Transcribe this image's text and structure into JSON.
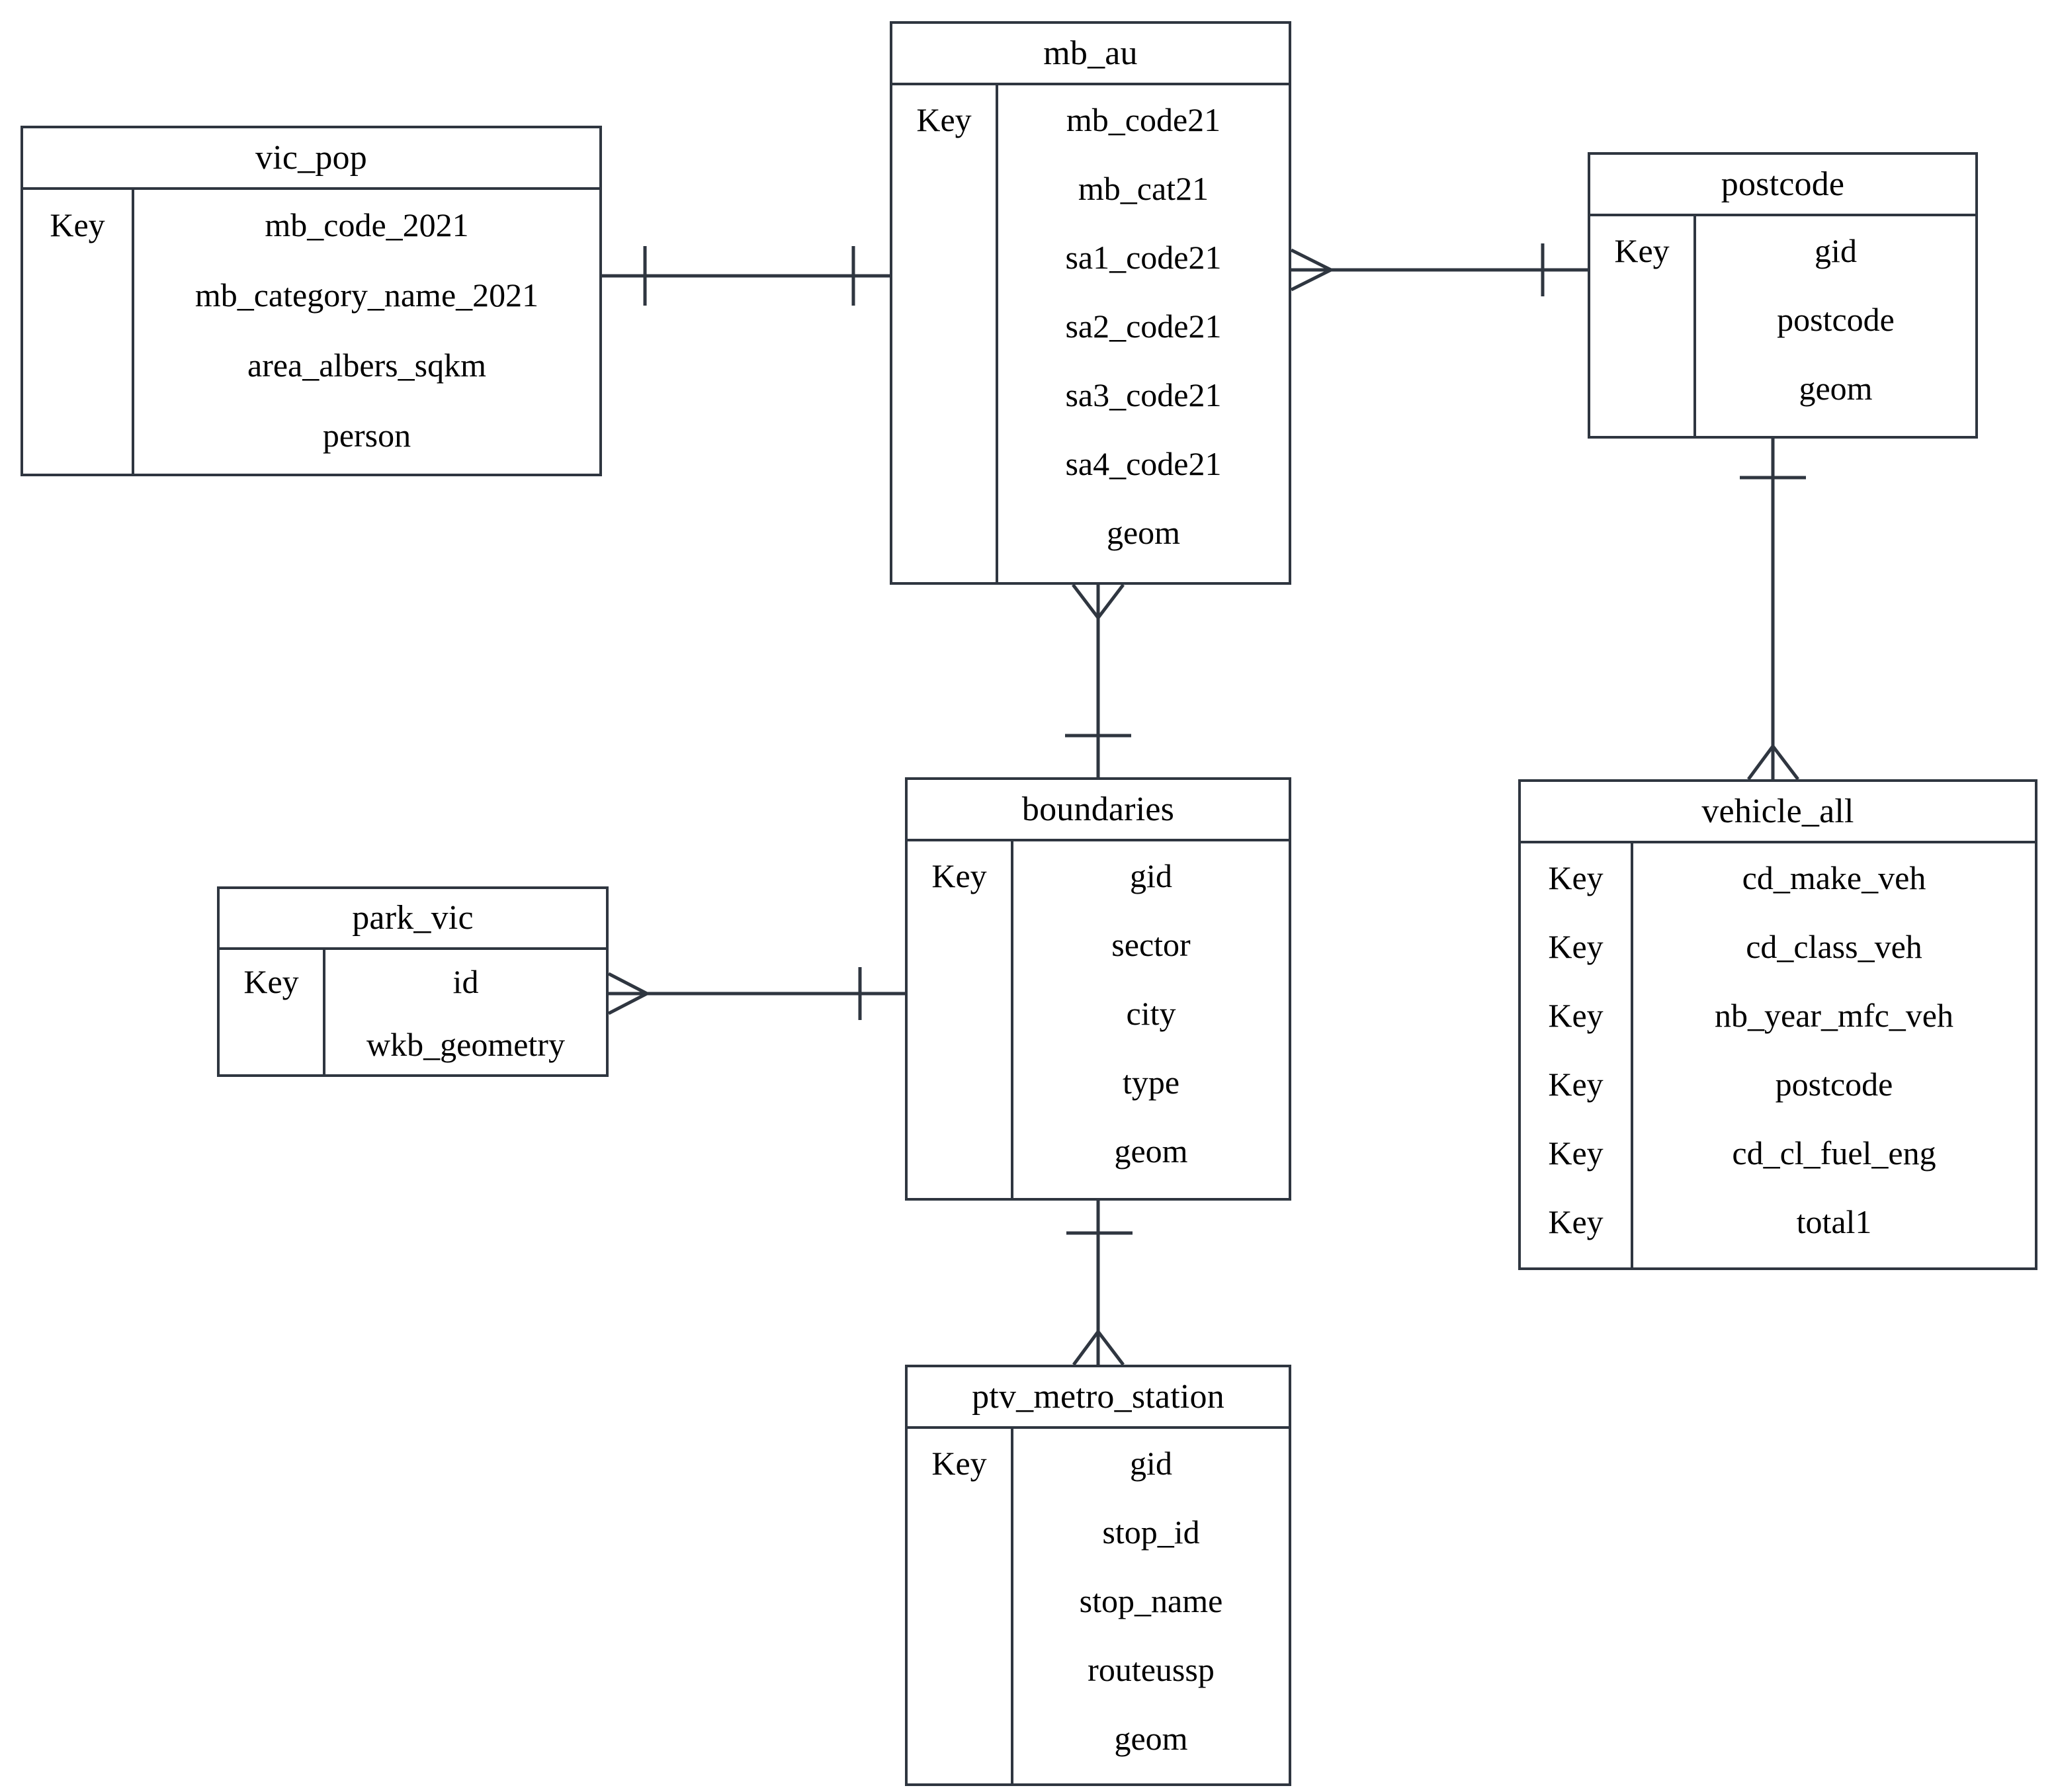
{
  "diagram": {
    "type": "entity-relationship-diagram",
    "notation": "crows-foot",
    "background_color": "#ffffff",
    "line_color": "#2f3640",
    "text_color": "#000000"
  },
  "entities": [
    {
      "id": "vic_pop",
      "name": "vic_pop",
      "key_label": "Key",
      "attributes": [
        {
          "key": "Key",
          "name": "mb_code_2021"
        },
        {
          "key": "",
          "name": "mb_category_name_2021"
        },
        {
          "key": "",
          "name": "area_albers_sqkm"
        },
        {
          "key": "",
          "name": "person"
        }
      ]
    },
    {
      "id": "mb_au",
      "name": "mb_au",
      "key_label": "Key",
      "attributes": [
        {
          "key": "Key",
          "name": "mb_code21"
        },
        {
          "key": "",
          "name": "mb_cat21"
        },
        {
          "key": "",
          "name": "sa1_code21"
        },
        {
          "key": "",
          "name": "sa2_code21"
        },
        {
          "key": "",
          "name": "sa3_code21"
        },
        {
          "key": "",
          "name": "sa4_code21"
        },
        {
          "key": "",
          "name": "geom"
        }
      ]
    },
    {
      "id": "postcode",
      "name": "postcode",
      "key_label": "Key",
      "attributes": [
        {
          "key": "Key",
          "name": "gid"
        },
        {
          "key": "",
          "name": "postcode"
        },
        {
          "key": "",
          "name": "geom"
        }
      ]
    },
    {
      "id": "vehicle_all",
      "name": "vehicle_all",
      "key_label": "Key",
      "attributes": [
        {
          "key": "Key",
          "name": "cd_make_veh"
        },
        {
          "key": "Key",
          "name": "cd_class_veh"
        },
        {
          "key": "Key",
          "name": "nb_year_mfc_veh"
        },
        {
          "key": "Key",
          "name": "postcode"
        },
        {
          "key": "Key",
          "name": "cd_cl_fuel_eng"
        },
        {
          "key": "Key",
          "name": "total1"
        }
      ]
    },
    {
      "id": "boundaries",
      "name": "boundaries",
      "key_label": "Key",
      "attributes": [
        {
          "key": "Key",
          "name": "gid"
        },
        {
          "key": "",
          "name": "sector"
        },
        {
          "key": "",
          "name": "city"
        },
        {
          "key": "",
          "name": "type"
        },
        {
          "key": "",
          "name": "geom"
        }
      ]
    },
    {
      "id": "park_vic",
      "name": "park_vic",
      "key_label": "Key",
      "attributes": [
        {
          "key": "Key",
          "name": "id"
        },
        {
          "key": "",
          "name": "wkb_geometry"
        }
      ]
    },
    {
      "id": "ptv_metro_station",
      "name": "ptv_metro_station",
      "key_label": "Key",
      "attributes": [
        {
          "key": "Key",
          "name": "gid"
        },
        {
          "key": "",
          "name": "stop_id"
        },
        {
          "key": "",
          "name": "stop_name"
        },
        {
          "key": "",
          "name": "routeussp"
        },
        {
          "key": "",
          "name": "geom"
        }
      ]
    }
  ],
  "relationships": [
    {
      "id": "vic_pop-mb_au",
      "from": "vic_pop",
      "to": "mb_au",
      "from_cardinality": "one",
      "to_cardinality": "one"
    },
    {
      "id": "mb_au-postcode",
      "from": "mb_au",
      "to": "postcode",
      "from_cardinality": "many",
      "to_cardinality": "one"
    },
    {
      "id": "mb_au-boundaries",
      "from": "mb_au",
      "to": "boundaries",
      "from_cardinality": "many",
      "to_cardinality": "one"
    },
    {
      "id": "postcode-vehicle_all",
      "from": "postcode",
      "to": "vehicle_all",
      "from_cardinality": "one",
      "to_cardinality": "many"
    },
    {
      "id": "park_vic-boundaries",
      "from": "park_vic",
      "to": "boundaries",
      "from_cardinality": "many",
      "to_cardinality": "one"
    },
    {
      "id": "boundaries-ptv_metro",
      "from": "boundaries",
      "to": "ptv_metro_station",
      "from_cardinality": "one",
      "to_cardinality": "many"
    }
  ]
}
